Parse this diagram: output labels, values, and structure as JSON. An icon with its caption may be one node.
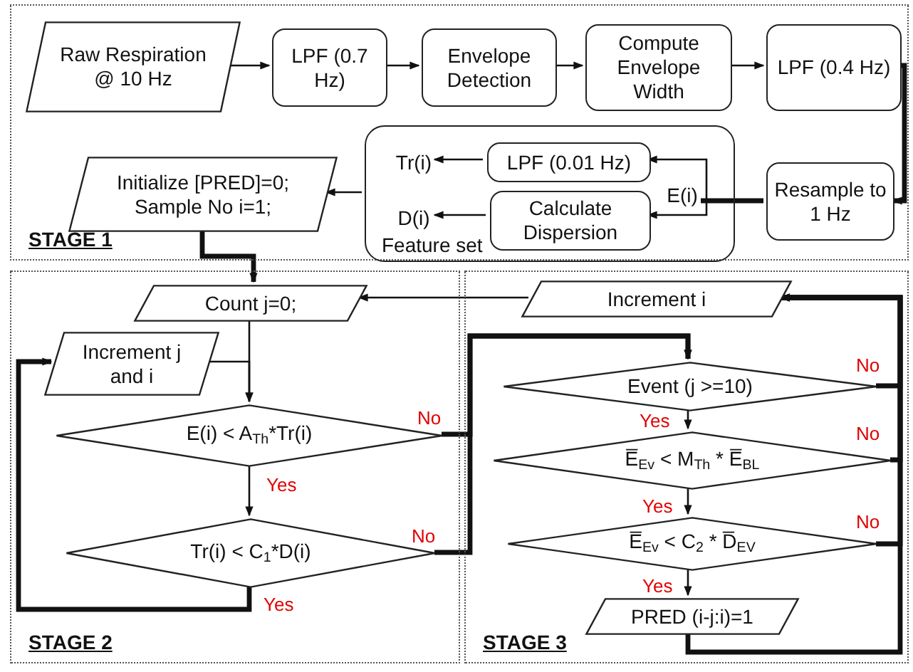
{
  "diagram": {
    "nodes": [
      {
        "text": [
          "STAGE 1"
        ]
      },
      {
        "text": [
          "Raw Respiration @ 10 Hz"
        ],
        "in": 0
      },
      {
        "text": [
          "LPF (0.7 Hz)"
        ],
        "in": 0
      },
      {
        "text": [
          "Envelope Detection"
        ],
        "in": 0
      },
      {
        "text": [
          "Compute Envelope Width"
        ],
        "in": 0
      },
      {
        "text": [
          "LPF (0.4 Hz)"
        ],
        "in": 0
      },
      {
        "text": [
          "Resample to 1 Hz"
        ],
        "in": 0
      },
      {
        "text": [
          "Feature set"
        ],
        "in": 0
      },
      {
        "text": [
          "E(i)"
        ],
        "in": 7
      },
      {
        "text": [
          "LPF (0.01 Hz)"
        ],
        "in": 7
      },
      {
        "text": [
          "Calculate Dispersion"
        ],
        "in": 7
      },
      {
        "text": [
          "Tr(i)"
        ],
        "in": 7
      },
      {
        "text": [
          "D(i)"
        ],
        "in": 7
      },
      {
        "text": [
          "Initialize [PRED]=0; Sample No i=1;"
        ],
        "in": 0
      },
      {
        "text": [
          "STAGE 2"
        ]
      },
      {
        "text": [
          "Count j=0;"
        ],
        "in": 14
      },
      {
        "text": [
          "Increment j and i"
        ],
        "in": 14
      },
      {
        "text": [
          "E(i) < A$_{Th}$*Tr(i)"
        ],
        "in": 14
      },
      {
        "text": [
          "Tr(i) < C$_{1}$*D(i)"
        ],
        "in": 14
      },
      {
        "text": [
          "STAGE 3"
        ]
      },
      {
        "text": [
          "Increment i"
        ],
        "in": 19
      },
      {
        "text": [
          "Event (j >=10)"
        ],
        "in": 19
      },
      {
        "text": [
          "E̅$_{Ev}$ < M$_{Th}$ * E̅$_{BL}$"
        ],
        "in": 19
      },
      {
        "text": [
          "E̅$_{Ev}$ < C$_{2}$ * D̅$_{EV}$"
        ],
        "in": 19
      },
      {
        "text": [
          "PRED (i-j:i)=1"
        ],
        "in": 19
      }
    ],
    "edges": [
      {
        "from": 1,
        "to": 2,
        "arrow": "to"
      },
      {
        "from": 2,
        "to": 3,
        "arrow": "to"
      },
      {
        "from": 3,
        "to": 4,
        "arrow": "to"
      },
      {
        "from": 4,
        "to": 5,
        "arrow": "to"
      },
      {
        "from": 5,
        "to": 6,
        "arrow": "to",
        "style": "thick"
      },
      {
        "from": 6,
        "to": 8,
        "arrow": "none",
        "style": "thick"
      },
      {
        "from": 8,
        "to": 9,
        "arrow": "to"
      },
      {
        "from": 8,
        "to": 10,
        "arrow": "to"
      },
      {
        "from": 9,
        "to": 11,
        "arrow": "to"
      },
      {
        "from": 10,
        "to": 12,
        "arrow": "to"
      },
      {
        "from": 7,
        "to": 13,
        "arrow": "to"
      },
      {
        "from": 13,
        "to": 15,
        "arrow": "to",
        "style": "thick"
      },
      {
        "from": 15,
        "to": 17,
        "arrow": "to"
      },
      {
        "from": 16,
        "to": 17,
        "arrow": "to"
      },
      {
        "from": 17,
        "to": 18,
        "arrow": "to",
        "label": "Yes"
      },
      {
        "from": 18,
        "to": 16,
        "arrow": "to",
        "label": "Yes",
        "style": "thick"
      },
      {
        "from": 17,
        "to": 21,
        "arrow": "to",
        "label": "No",
        "style": "thick"
      },
      {
        "from": 18,
        "to": 21,
        "arrow": "to",
        "label": "No",
        "style": "thick"
      },
      {
        "from": 21,
        "to": 22,
        "arrow": "to",
        "label": "Yes"
      },
      {
        "from": 22,
        "to": 23,
        "arrow": "to",
        "label": "Yes"
      },
      {
        "from": 23,
        "to": 24,
        "arrow": "to",
        "label": "Yes"
      },
      {
        "from": 21,
        "to": 20,
        "arrow": "to",
        "label": "No",
        "style": "thick"
      },
      {
        "from": 22,
        "to": 20,
        "arrow": "to",
        "label": "No",
        "style": "thick"
      },
      {
        "from": 23,
        "to": 20,
        "arrow": "to",
        "label": "No",
        "style": "thick"
      },
      {
        "from": 24,
        "to": 20,
        "arrow": "to",
        "style": "thick"
      },
      {
        "from": 20,
        "to": 15,
        "arrow": "to"
      }
    ]
  }
}
